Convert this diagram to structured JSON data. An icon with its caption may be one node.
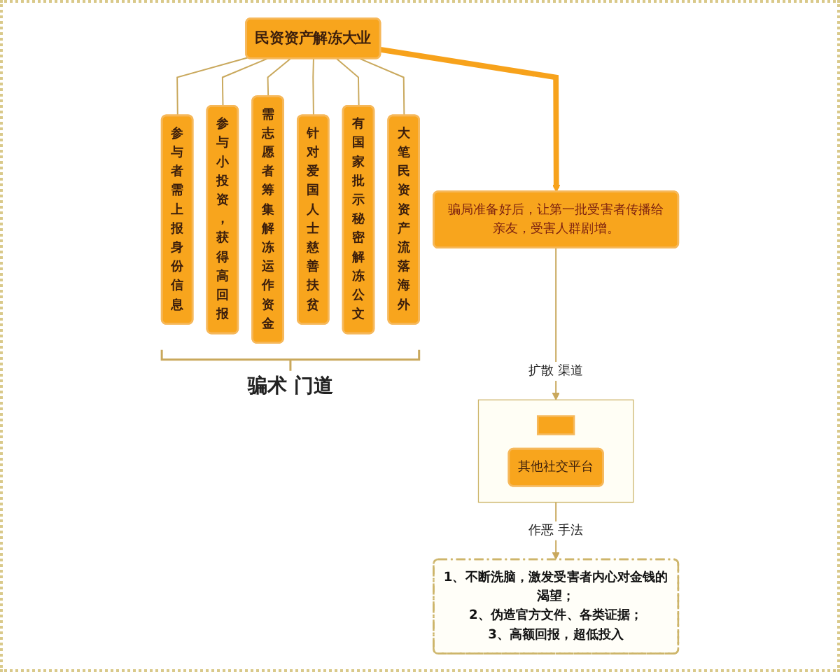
{
  "diagram": {
    "nodes": [
      {
        "text": [
          "民资资产解冻大业"
        ]
      },
      {
        "text": [
          "参与者需上报身份信息"
        ]
      },
      {
        "text": [
          "参与小投资，获得高回报"
        ]
      },
      {
        "text": [
          "需志愿者筹集解冻运作资金"
        ]
      },
      {
        "text": [
          "针对爱国人士慈善扶贫"
        ]
      },
      {
        "text": [
          "有国家批示秘密解冻公文"
        ]
      },
      {
        "text": [
          "大笔民资资产流落海外"
        ]
      },
      {
        "text": [
          "骗局准备好后，让第一批受害者传播给亲友，受害人群剧增。"
        ]
      },
      {
        "text": [],
        "shape": "box"
      },
      {
        "text": [],
        "shape": "box",
        "in": 8
      },
      {
        "text": [
          "其他社交平台"
        ],
        "in": 8
      },
      {
        "text": [
          "1、不断洗脑，激发受害者内心对金钱的渴望；",
          "2、伪造官方文件、各类证据；",
          "3、高额回报，超低投入"
        ]
      }
    ],
    "edges": [
      {
        "from": 0,
        "to": 1,
        "arrow": "none"
      },
      {
        "from": 0,
        "to": 2,
        "arrow": "none"
      },
      {
        "from": 0,
        "to": 3,
        "arrow": "none"
      },
      {
        "from": 0,
        "to": 4,
        "arrow": "none"
      },
      {
        "from": 0,
        "to": 5,
        "arrow": "none"
      },
      {
        "from": 0,
        "to": 6,
        "arrow": "none"
      },
      {
        "from": 0,
        "to": 7,
        "arrow": "to",
        "style": "thick",
        "color": "#f7a21b"
      },
      {
        "from": 7,
        "to": 8,
        "arrow": "to",
        "label": "扩散 渠道"
      },
      {
        "from": 8,
        "to": 11,
        "arrow": "to",
        "label": "作恶 手法"
      }
    ],
    "labels": [
      "骗术 门道"
    ]
  }
}
